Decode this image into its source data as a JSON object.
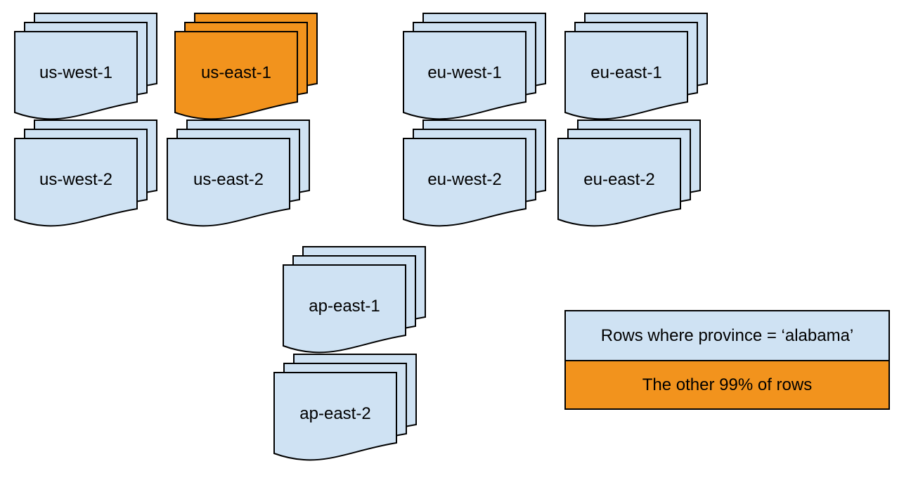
{
  "diagram": {
    "colors": {
      "background": "#ffffff",
      "region_fill": "#cfe2f3",
      "highlight_fill": "#f2931d",
      "stroke": "#000000",
      "text": "#000000"
    },
    "stacks": [
      {
        "id": "us-west-1",
        "label": "us-west-1",
        "variant": "default"
      },
      {
        "id": "us-east-1",
        "label": "us-east-1",
        "variant": "highlight"
      },
      {
        "id": "eu-west-1",
        "label": "eu-west-1",
        "variant": "default"
      },
      {
        "id": "eu-east-1",
        "label": "eu-east-1",
        "variant": "default"
      },
      {
        "id": "us-west-2",
        "label": "us-west-2",
        "variant": "default"
      },
      {
        "id": "us-east-2",
        "label": "us-east-2",
        "variant": "default"
      },
      {
        "id": "eu-west-2",
        "label": "eu-west-2",
        "variant": "default"
      },
      {
        "id": "eu-east-2",
        "label": "eu-east-2",
        "variant": "default"
      },
      {
        "id": "ap-east-1",
        "label": "ap-east-1",
        "variant": "default"
      },
      {
        "id": "ap-east-2",
        "label": "ap-east-2",
        "variant": "default"
      }
    ],
    "legend": {
      "items": [
        {
          "label": "Rows where province = ‘alabama’",
          "variant": "default"
        },
        {
          "label": "The other 99% of rows",
          "variant": "highlight"
        }
      ]
    }
  }
}
